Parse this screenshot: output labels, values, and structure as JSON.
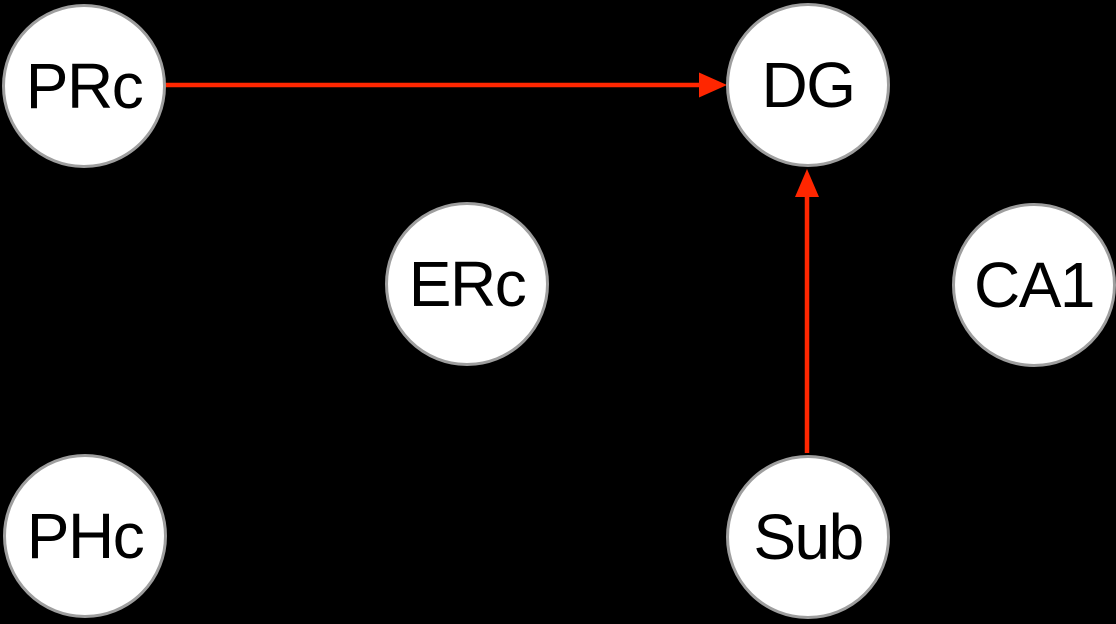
{
  "diagram": {
    "title": "brain-region-graph",
    "background_color": "#000000",
    "nodes": [
      {
        "id": "PRc",
        "label": "PRc"
      },
      {
        "id": "DG",
        "label": "DG"
      },
      {
        "id": "ERc",
        "label": "ERc"
      },
      {
        "id": "CA1",
        "label": "CA1"
      },
      {
        "id": "PHc",
        "label": "PHc"
      },
      {
        "id": "Sub",
        "label": "Sub"
      }
    ],
    "edges": [
      {
        "from": "PRc",
        "to": "DG",
        "direction": "right"
      },
      {
        "from": "Sub",
        "to": "DG",
        "direction": "up"
      }
    ],
    "colors": {
      "arrow": "#ff2600",
      "node_fill": "#ffffff",
      "node_stroke": "#9e9e9e",
      "node_label": "#000000"
    }
  }
}
